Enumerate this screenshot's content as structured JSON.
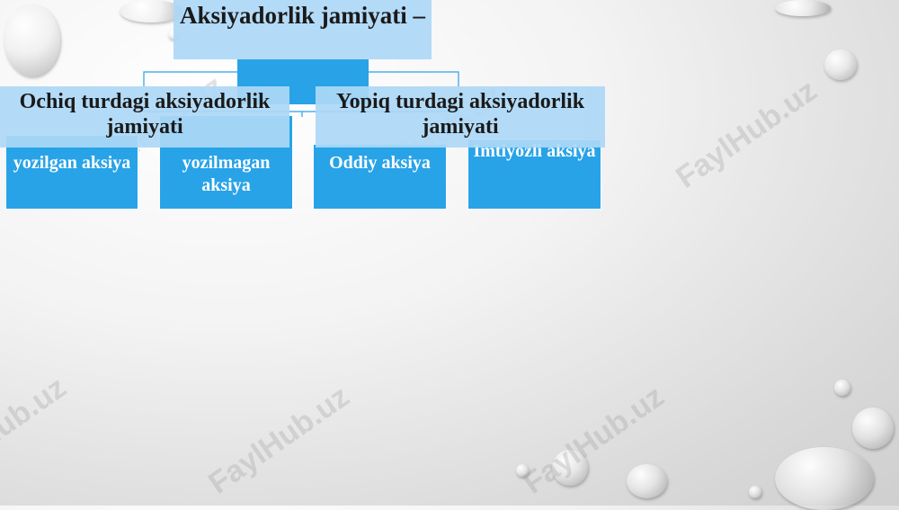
{
  "diagram": {
    "root": {
      "label": "Aksiyadorlik jamiyati –"
    },
    "branches": [
      {
        "label": "Ochiq turdagi aksiyadorlik jamiyati"
      },
      {
        "label": "Yopiq turdagi aksiyadorlik jamiyati"
      }
    ],
    "leaves": [
      {
        "label": "yozilgan aksiya"
      },
      {
        "label": "yozilmagan aksiya"
      },
      {
        "label": "Oddiy aksiya"
      },
      {
        "label": "Imtiyozli aksiya"
      }
    ]
  },
  "watermark": {
    "text": "FaylHub.uz"
  },
  "colors": {
    "light_box": "#ADD8F6",
    "dark_box": "#29A3E8",
    "connector": "#29A3E8"
  }
}
